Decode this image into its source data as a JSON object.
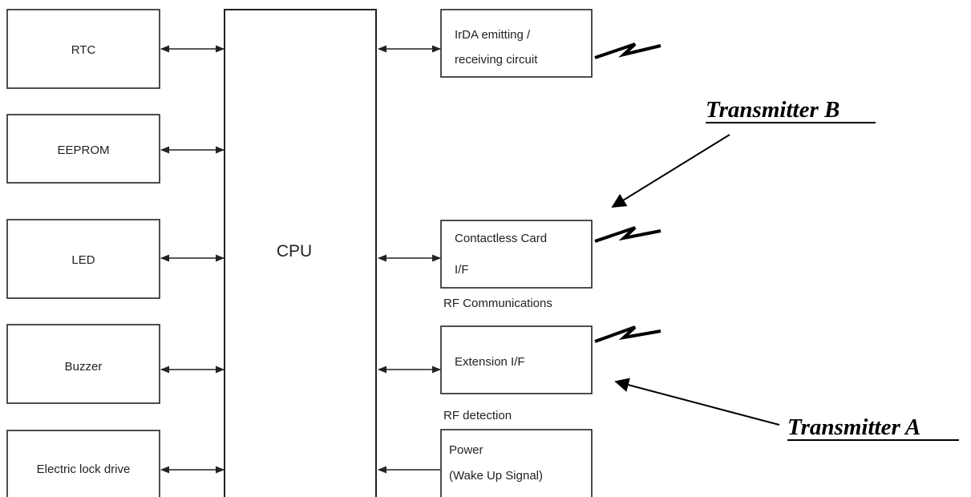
{
  "cpu": {
    "label": "CPU"
  },
  "left_blocks": [
    {
      "id": "rtc",
      "label": "RTC"
    },
    {
      "id": "eeprom",
      "label": "EEPROM"
    },
    {
      "id": "led",
      "label": "LED"
    },
    {
      "id": "buzzer",
      "label": "Buzzer"
    },
    {
      "id": "lock",
      "label": "Electric lock drive"
    }
  ],
  "right_blocks": [
    {
      "id": "irda",
      "lines": [
        "IrDA emitting /",
        "receiving circuit"
      ]
    },
    {
      "id": "card",
      "lines": [
        "Contactless Card",
        "I/F"
      ]
    },
    {
      "id": "ext",
      "lines": [
        "Extension I/F"
      ]
    },
    {
      "id": "power",
      "lines": [
        "Power",
        "(Wake Up Signal)"
      ]
    }
  ],
  "captions": {
    "rf_communications": "RF Communications",
    "rf_detection": "RF detection"
  },
  "annotations": {
    "transmitter_b": "Transmitter B",
    "transmitter_a": "Transmitter A"
  }
}
